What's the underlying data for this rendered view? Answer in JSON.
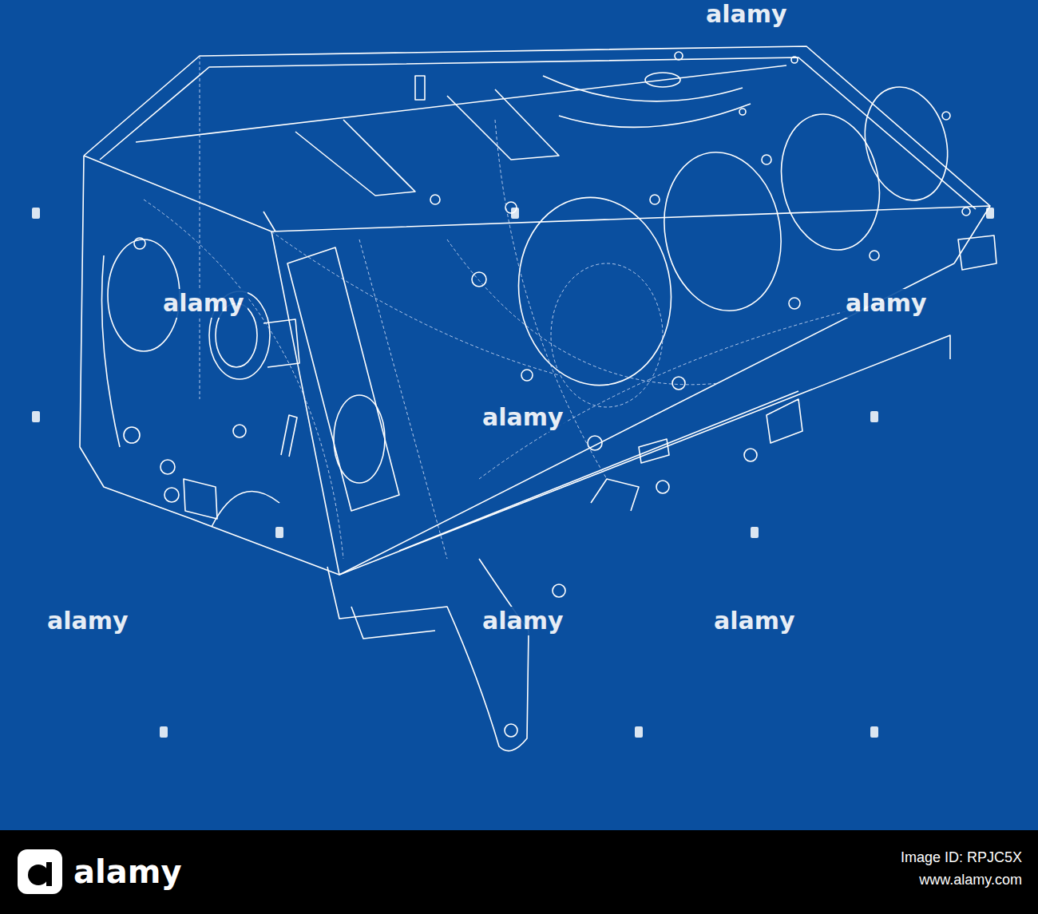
{
  "diagram": {
    "labels": [
      "alamy",
      "alamy",
      "alamy",
      "alamy",
      "alamy",
      "alamy",
      "alamy",
      "alamy",
      "Image ID: RPJC5X",
      "www.alamy.com"
    ]
  }
}
